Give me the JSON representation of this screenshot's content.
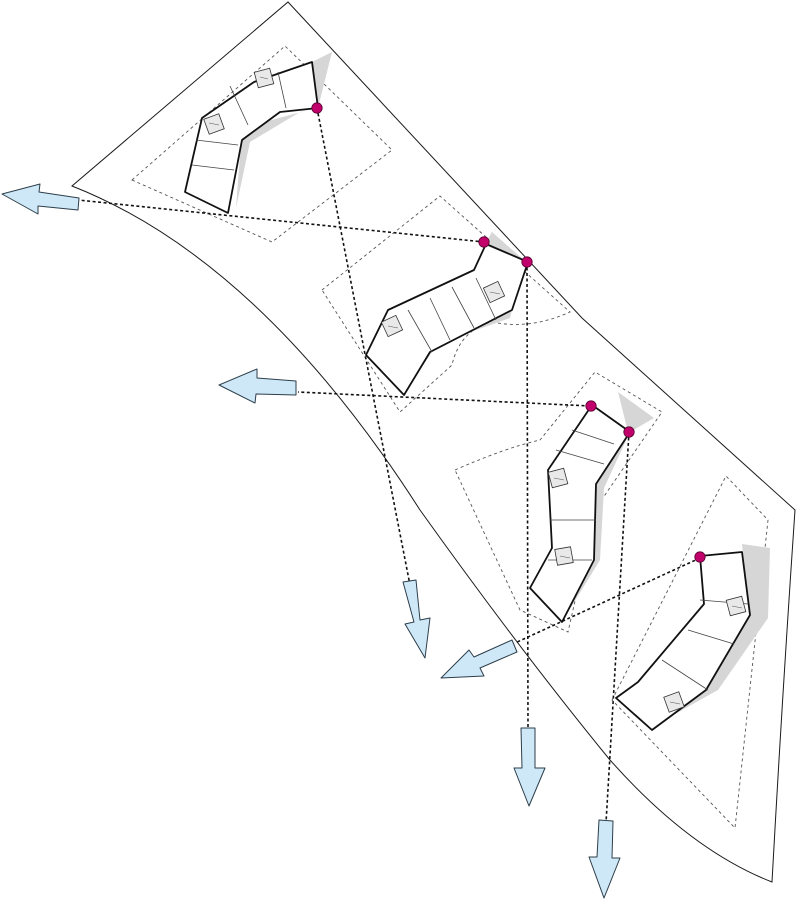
{
  "diagram": {
    "kind": "site plan – view corridor diagram",
    "buildings": [
      {
        "id": "building-1",
        "viewpoints": 1,
        "view_arrows": 1
      },
      {
        "id": "building-2",
        "viewpoints": 2,
        "view_arrows": 2
      },
      {
        "id": "building-3",
        "viewpoints": 2,
        "view_arrows": 2
      },
      {
        "id": "building-4",
        "viewpoints": 1,
        "view_arrows": 1
      }
    ],
    "colors": {
      "viewpoint": "#c2006b",
      "view_arrow": "#cfe8f7",
      "shadow": "#d6d6d6",
      "outline": "#111111"
    }
  }
}
